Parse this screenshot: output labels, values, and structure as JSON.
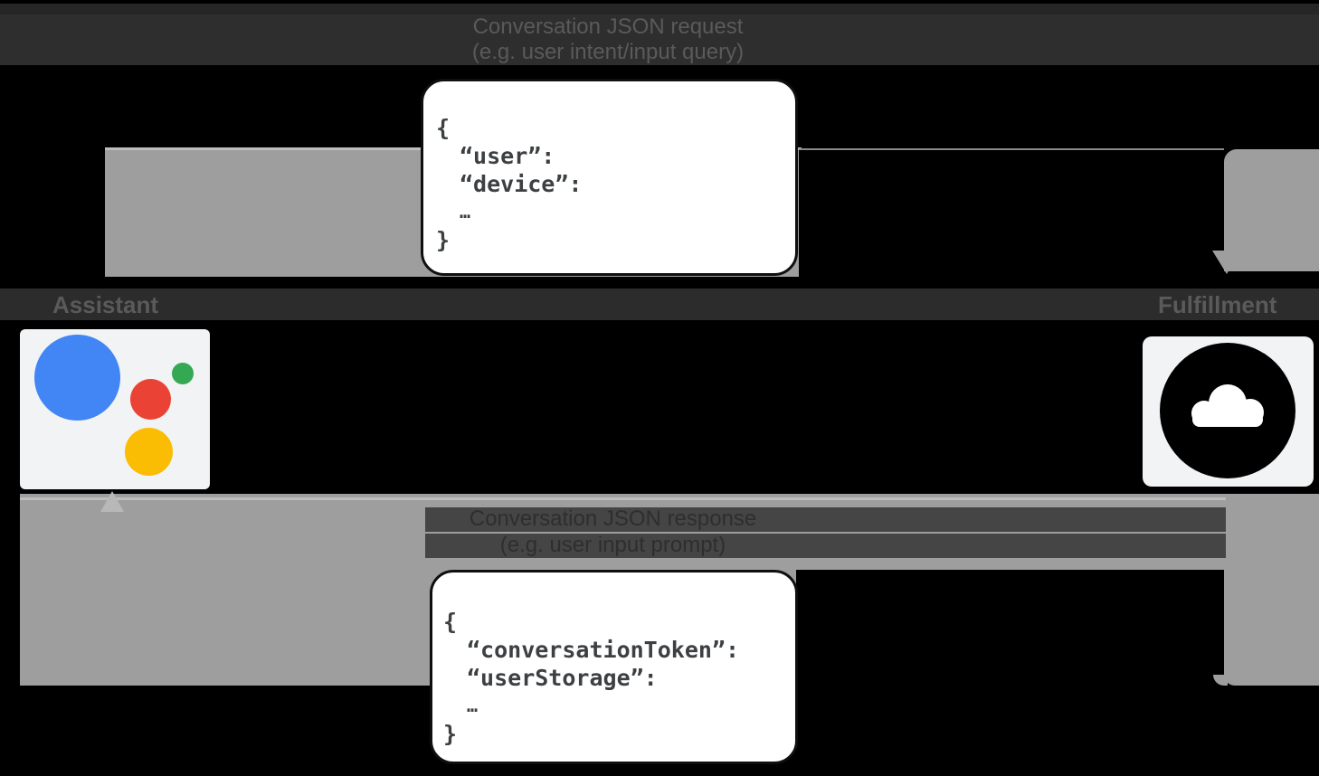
{
  "request_label": {
    "line1": "Conversation JSON request",
    "line2": "(e.g. user intent/input query)"
  },
  "response_label": {
    "line1": "Conversation JSON response",
    "line2": "(e.g. user input prompt)"
  },
  "assistant": {
    "label": "Assistant"
  },
  "fulfillment": {
    "label": "Fulfillment"
  },
  "code_request": {
    "lines": [
      "{",
      "“user”:",
      "“device”:",
      "…",
      "}"
    ]
  },
  "code_response": {
    "lines": [
      "{",
      "“conversationToken”:",
      "“userStorage”:",
      "…",
      "}"
    ]
  },
  "icons": {
    "assistant_logo": "google-assistant-logo",
    "fulfillment_icon": "cloud-icon",
    "request_arrow": "arrow-down-icon",
    "response_arrow": "arrow-up-icon"
  },
  "colors": {
    "background": "#000000",
    "arrow_band": "#9e9e9e",
    "band_edge": "#bdbdbd",
    "stripe_dark": "#2e2e2e",
    "code_text": "#3d4043",
    "code_box_bg": "#ffffff",
    "assistant_box_bg": "#f1f3f4",
    "google_blue": "#4285f4",
    "google_red": "#ea4335",
    "google_green": "#34a853",
    "google_yellow": "#fbbc04",
    "cloud_icon": "#000000"
  }
}
